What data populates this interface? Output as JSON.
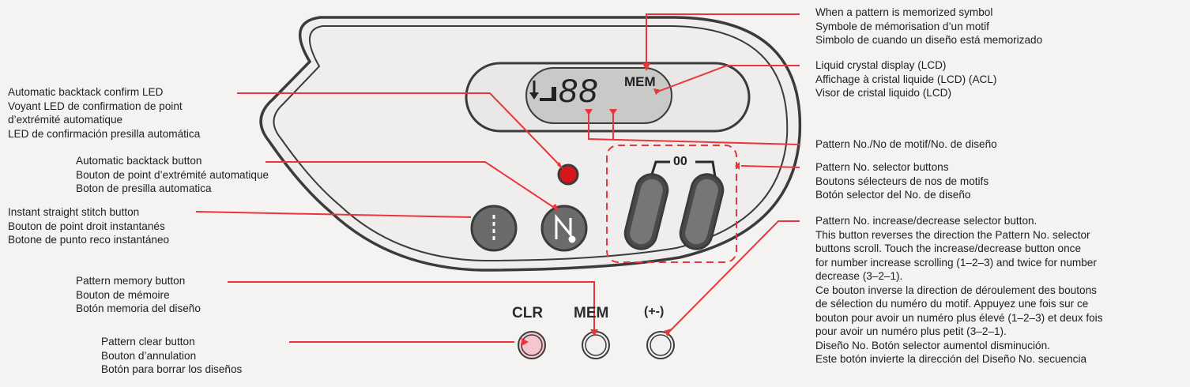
{
  "colors": {
    "leader_red": "#e8363b",
    "panel_outline": "#3b3b3b",
    "led_red": "#d6161a",
    "button_dark": "#6b6b6b",
    "clr_button_fill": "#f6c6cf"
  },
  "lcd_display": {
    "digits": "88",
    "mem_text": "MEM"
  },
  "selector_marker": "00",
  "panel_buttons": {
    "clr": "CLR",
    "mem": "MEM",
    "increase_decrease_symbol": "(+-)"
  },
  "icons": [
    "backtack-arrow-icon",
    "straight-stitch-icon",
    "backtack-stitch-icon"
  ],
  "labels": {
    "memorized_symbol": [
      "When a pattern is memorized symbol",
      "Symbole de mémorisation d’un motif",
      "Simbolo de cuando un diseño está memorizado"
    ],
    "lcd": [
      "Liquid crystal display (LCD)",
      "Affichage à cristal liquide (LCD) (ACL)",
      "Visor de cristal liquido (LCD)"
    ],
    "pattern_no": [
      "Pattern No./No de motif/No. de diseño"
    ],
    "selector_buttons": [
      "Pattern No. selector buttons",
      "Boutons sélecteurs de nos de motifs",
      "Botón selector del No. de diseño"
    ],
    "increase_decrease": [
      "Pattern No. increase/decrease selector button.",
      "This button reverses the direction the Pattern No. selector",
      "buttons scroll. Touch the increase/decrease button once",
      "for number increase scrolling (1–2–3) and twice for number",
      "decrease (3–2–1).",
      "Ce bouton inverse la direction de déroulement des boutons",
      "de sélection du numéro du motif. Appuyez une fois sur ce",
      "bouton pour avoir un numéro plus élevé (1–2–3) et deux fois",
      "pour avoir un numéro plus petit (3–2–1).",
      "Diseño No. Botón selector aumentol disminución.",
      "Este botón invierte la dirección del Diseño No. secuencia"
    ],
    "backtack_led": [
      "Automatic backtack confirm LED",
      "Voyant LED de confirmation de point",
      "d’extrémité automatique",
      "LED de confirmación presilla automática"
    ],
    "backtack_button": [
      "Automatic backtack button",
      "Bouton de point d’extrémité automatique",
      "Boton de presilla automatica"
    ],
    "straight_stitch": [
      "Instant straight stitch button",
      "Bouton de point droit instantanés",
      "Botone de punto reco instantáneo"
    ],
    "memory_button": [
      "Pattern memory button",
      "Bouton de mémoire",
      "Botón memoria del diseño"
    ],
    "clear_button": [
      "Pattern clear button",
      "Bouton d’annulation",
      "Botón para borrar los diseños"
    ]
  }
}
